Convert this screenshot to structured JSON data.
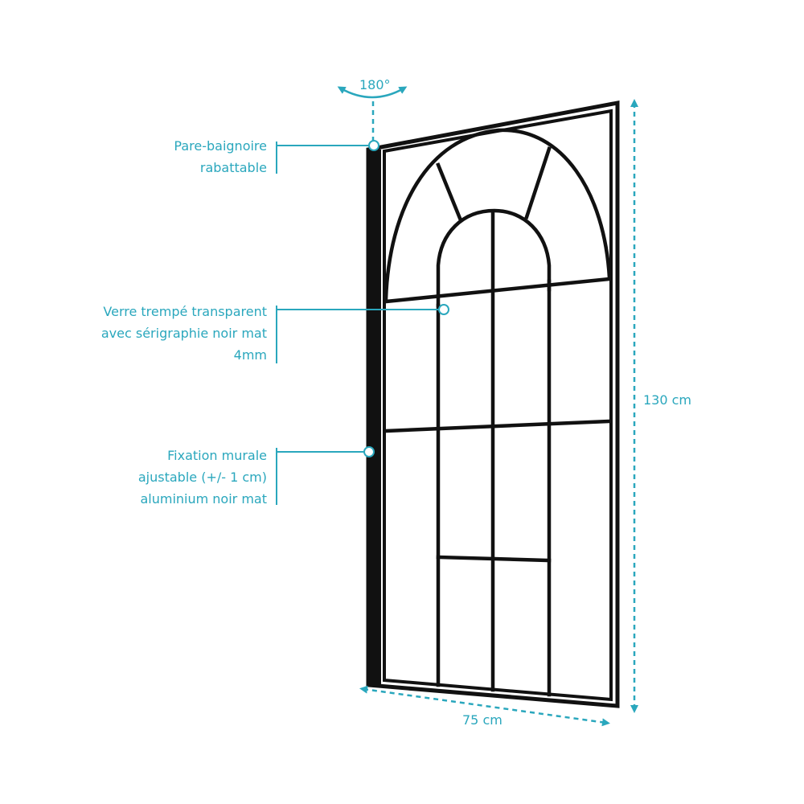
{
  "colors": {
    "accent": "#2aa7bd",
    "frame": "#111111"
  },
  "rotation": {
    "label": "180°"
  },
  "callouts": {
    "hinge": {
      "lines": [
        "Pare-baignoire",
        "rabattable"
      ]
    },
    "glass": {
      "lines": [
        "Verre trempé transparent",
        "avec sérigraphie noir mat",
        "4mm"
      ]
    },
    "mount": {
      "lines": [
        "Fixation murale",
        "ajustable (+/- 1 cm)",
        "aluminium noir mat"
      ]
    }
  },
  "dimensions": {
    "height": "130 cm",
    "width": "75 cm"
  }
}
